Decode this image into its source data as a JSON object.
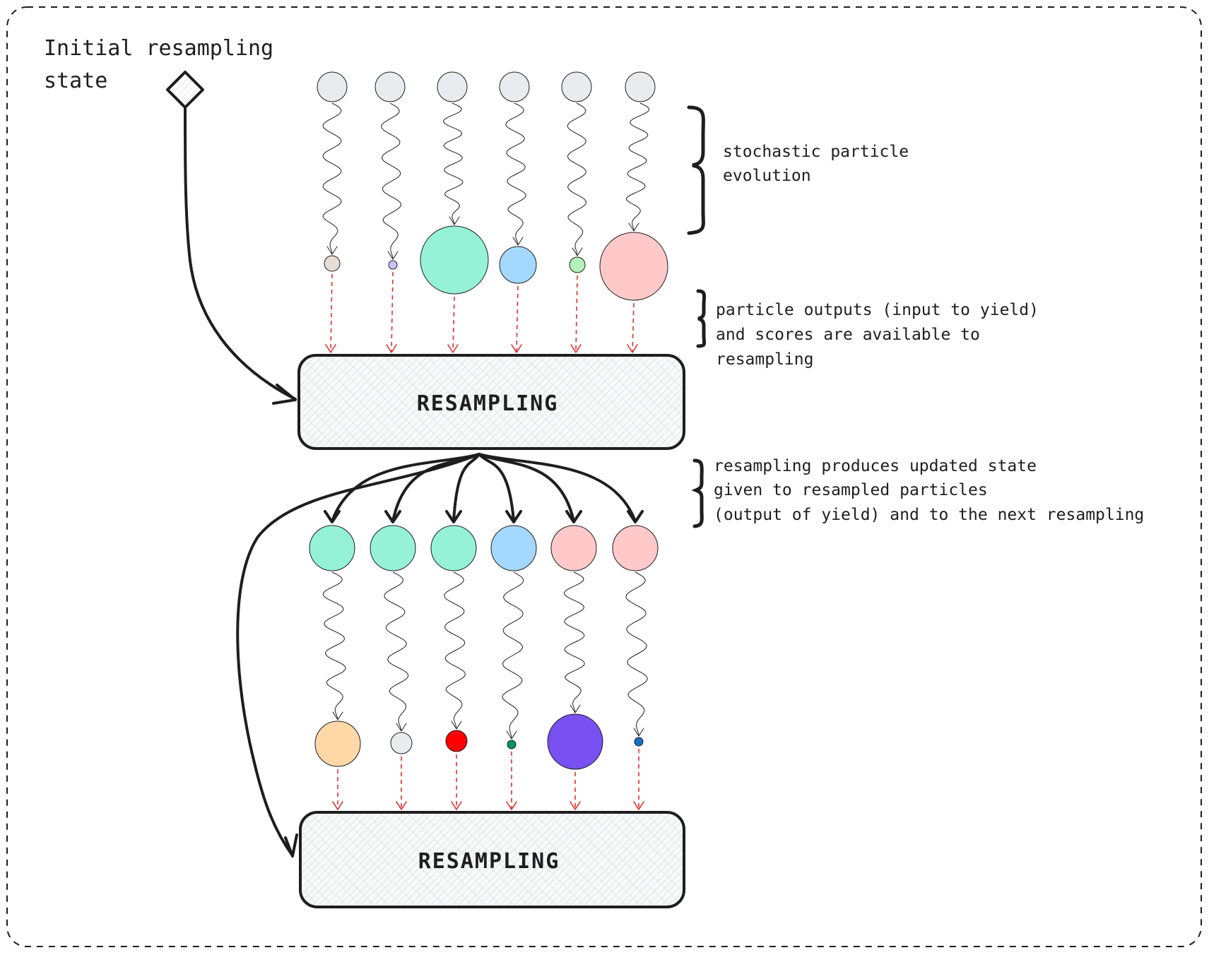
{
  "initial_label": [
    "Initial resampling",
    "state"
  ],
  "annotations": {
    "evolution": [
      "stochastic particle",
      "evolution"
    ],
    "outputs": [
      "particle outputs (input to yield)",
      "and scores are available to",
      "resampling"
    ],
    "produces": [
      "resampling produces updated state",
      "given to resampled particles",
      "(output of yield) and to the next resampling"
    ]
  },
  "boxes": {
    "first": "RESAMPLING",
    "second": "RESAMPLING"
  },
  "colors": {
    "ink": "#1e1e1e",
    "dashed_arrow": "#e03131",
    "initial_particle": "#e9ecef",
    "box_fill": "#f8f9fa"
  },
  "stage1_outputs": [
    {
      "color": "#e6ddd6",
      "size": "small"
    },
    {
      "color": "#d0bfff",
      "size": "tiny"
    },
    {
      "color": "#96f2d7",
      "size": "large"
    },
    {
      "color": "#a5d8ff",
      "size": "medium"
    },
    {
      "color": "#b2f2bb",
      "size": "small"
    },
    {
      "color": "#ffc9c9",
      "size": "large"
    }
  ],
  "stage2_particles": [
    "#96f2d7",
    "#96f2d7",
    "#96f2d7",
    "#a5d8ff",
    "#ffc9c9",
    "#ffc9c9"
  ],
  "stage2_outputs": [
    {
      "color": "#ffd8a8",
      "size": "medium"
    },
    {
      "color": "#e9ecef",
      "size": "small"
    },
    {
      "color": "#ff0000",
      "size": "small"
    },
    {
      "color": "#099268",
      "size": "tiny"
    },
    {
      "color": "#7950f2",
      "size": "large"
    },
    {
      "color": "#1971c2",
      "size": "tiny"
    }
  ]
}
